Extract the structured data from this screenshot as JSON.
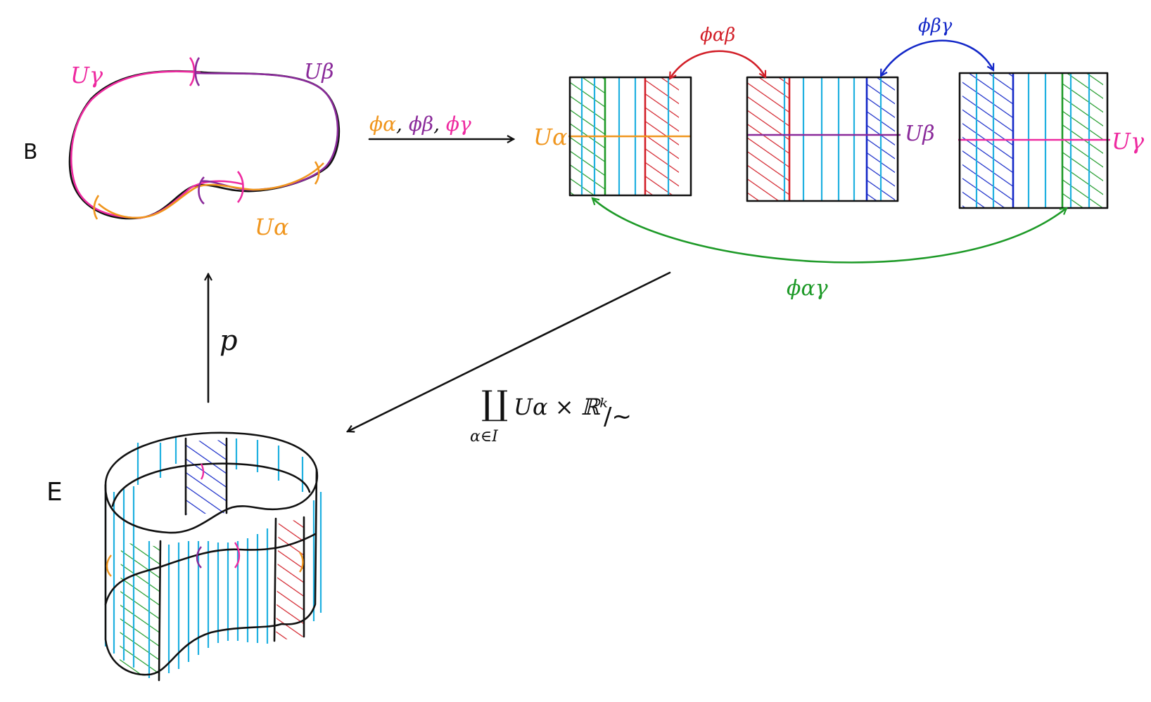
{
  "colors": {
    "black": "#111111",
    "alpha": "#f0961e",
    "beta": "#8a2a9a",
    "gamma": "#ee2aa0",
    "fiber": "#1fb0e0",
    "red": "#d21f28",
    "blue": "#1428c8",
    "green": "#1e9a28"
  },
  "labels": {
    "base": "B",
    "total": "E",
    "projection": "p",
    "u_alpha": "Uα",
    "u_beta": "Uβ",
    "u_gamma": "Uγ",
    "phi_alpha": "ϕα",
    "phi_beta": "ϕβ",
    "phi_gamma": "ϕγ",
    "comma": ",",
    "phi_ab": "ϕαβ",
    "phi_bg": "ϕβγ",
    "phi_ag": "ϕαγ",
    "quotient_sum": "∐",
    "quotient_body": "Uα × ℝᵏ",
    "quotient_rel": "/∼",
    "quotient_index": "α∈I"
  }
}
